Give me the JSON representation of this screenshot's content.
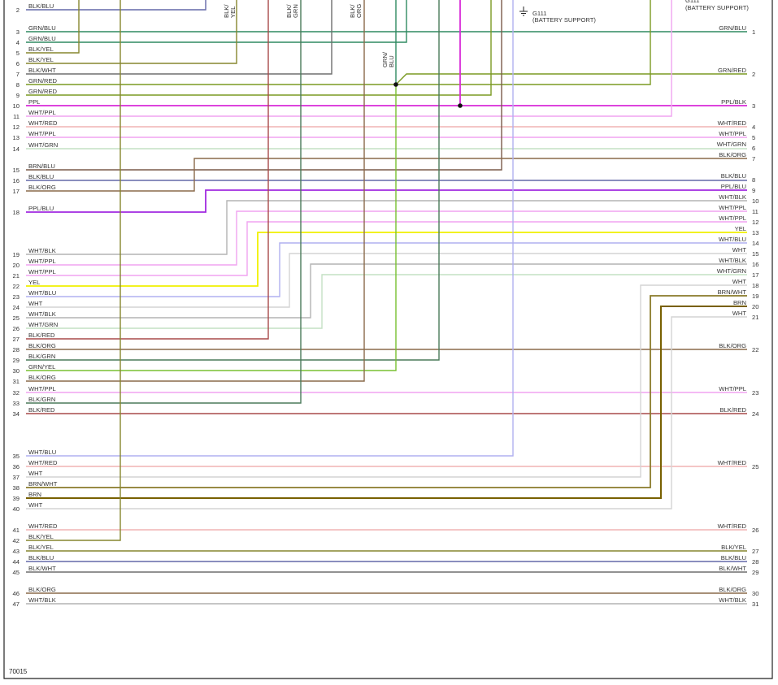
{
  "doc_id": "70015",
  "colors": {
    "BLK/BLU": "#6468a8",
    "GRN/BLU": "#2f8a60",
    "BLK/YEL": "#86862e",
    "BLK/WHT": "#6e6e6e",
    "GRN/RED": "#7a9a22",
    "PPL": "#d82ad8",
    "WHT/PPL": "#f0a4f0",
    "WHT/RED": "#f0b4b4",
    "WHT/GRN": "#c4e0c4",
    "BRN/BLU": "#7a5a4a",
    "BLK/ORG": "#8a6a4a",
    "PPL/BLU": "#a02ae0",
    "WHT/BLK": "#b4b4b4",
    "YEL": "#f0f000",
    "WHT/BLU": "#b0b0f0",
    "WHT": "#d4d4d4",
    "BLK/RED": "#a84a4a",
    "BLK/GRN": "#4a7a5a",
    "GRN/YEL": "#78c030",
    "BRN/WHT": "#8a7a2a",
    "BRN": "#786000",
    "PPL/BLK": "#d82ad8"
  },
  "ground_label": "G111",
  "ground_location": "(BATTERY SUPPORT)",
  "top_labels": [
    {
      "id": "blk-yel",
      "text": "BLK/\nYEL"
    },
    {
      "id": "blk-grn",
      "text": "BLK/\nGRN"
    },
    {
      "id": "blk-org",
      "text": "BLK/\nORG"
    },
    {
      "id": "grn-blu",
      "text": "GRN/\nBLU"
    }
  ],
  "left_pins": [
    {
      "pin": "2",
      "color": "BLK/BLU"
    },
    {
      "pin": "3",
      "color": "GRN/BLU"
    },
    {
      "pin": "4",
      "color": "GRN/BLU"
    },
    {
      "pin": "5",
      "color": "BLK/YEL"
    },
    {
      "pin": "6",
      "color": "BLK/YEL"
    },
    {
      "pin": "7",
      "color": "BLK/WHT"
    },
    {
      "pin": "8",
      "color": "GRN/RED"
    },
    {
      "pin": "9",
      "color": "GRN/RED"
    },
    {
      "pin": "10",
      "color": "PPL"
    },
    {
      "pin": "11",
      "color": "WHT/PPL"
    },
    {
      "pin": "12",
      "color": "WHT/RED"
    },
    {
      "pin": "13",
      "color": "WHT/PPL"
    },
    {
      "pin": "14",
      "color": "WHT/GRN"
    },
    {
      "pin": "15",
      "color": "BRN/BLU"
    },
    {
      "pin": "16",
      "color": "BLK/BLU"
    },
    {
      "pin": "17",
      "color": "BLK/ORG"
    },
    {
      "pin": "18",
      "color": "PPL/BLU"
    },
    {
      "pin": "19",
      "color": "WHT/BLK"
    },
    {
      "pin": "20",
      "color": "WHT/PPL"
    },
    {
      "pin": "21",
      "color": "WHT/PPL"
    },
    {
      "pin": "22",
      "color": "YEL"
    },
    {
      "pin": "23",
      "color": "WHT/BLU"
    },
    {
      "pin": "24",
      "color": "WHT"
    },
    {
      "pin": "25",
      "color": "WHT/BLK"
    },
    {
      "pin": "26",
      "color": "WHT/GRN"
    },
    {
      "pin": "27",
      "color": "BLK/RED"
    },
    {
      "pin": "28",
      "color": "BLK/ORG"
    },
    {
      "pin": "29",
      "color": "BLK/GRN"
    },
    {
      "pin": "30",
      "color": "GRN/YEL"
    },
    {
      "pin": "31",
      "color": "BLK/ORG"
    },
    {
      "pin": "32",
      "color": "WHT/PPL"
    },
    {
      "pin": "33",
      "color": "BLK/GRN"
    },
    {
      "pin": "34",
      "color": "BLK/RED"
    },
    {
      "pin": "35",
      "color": "WHT/BLU"
    },
    {
      "pin": "36",
      "color": "WHT/RED"
    },
    {
      "pin": "37",
      "color": "WHT"
    },
    {
      "pin": "38",
      "color": "BRN/WHT"
    },
    {
      "pin": "39",
      "color": "BRN"
    },
    {
      "pin": "40",
      "color": "WHT"
    },
    {
      "pin": "41",
      "color": "WHT/RED"
    },
    {
      "pin": "42",
      "color": "BLK/YEL"
    },
    {
      "pin": "43",
      "color": "BLK/YEL"
    },
    {
      "pin": "44",
      "color": "BLK/BLU"
    },
    {
      "pin": "45",
      "color": "BLK/WHT"
    },
    {
      "pin": "46",
      "color": "BLK/ORG"
    },
    {
      "pin": "47",
      "color": "WHT/BLK"
    }
  ],
  "right_pins": [
    {
      "pin": "1",
      "color": "GRN/BLU"
    },
    {
      "pin": "2",
      "color": "GRN/RED"
    },
    {
      "pin": "3",
      "color": "PPL/BLK"
    },
    {
      "pin": "4",
      "color": "WHT/RED"
    },
    {
      "pin": "5",
      "color": "WHT/PPL"
    },
    {
      "pin": "6",
      "color": "WHT/GRN"
    },
    {
      "pin": "7",
      "color": "BLK/ORG"
    },
    {
      "pin": "8",
      "color": "BLK/BLU"
    },
    {
      "pin": "9",
      "color": "PPL/BLU"
    },
    {
      "pin": "10",
      "color": "WHT/BLK"
    },
    {
      "pin": "11",
      "color": "WHT/PPL"
    },
    {
      "pin": "12",
      "color": "WHT/PPL"
    },
    {
      "pin": "13",
      "color": "YEL"
    },
    {
      "pin": "14",
      "color": "WHT/BLU"
    },
    {
      "pin": "15",
      "color": "WHT"
    },
    {
      "pin": "16",
      "color": "WHT/BLK"
    },
    {
      "pin": "17",
      "color": "WHT/GRN"
    },
    {
      "pin": "18",
      "color": "WHT"
    },
    {
      "pin": "19",
      "color": "BRN/WHT"
    },
    {
      "pin": "20",
      "color": "BRN"
    },
    {
      "pin": "21",
      "color": "WHT"
    },
    {
      "pin": "22",
      "color": "BLK/ORG"
    },
    {
      "pin": "23",
      "color": "WHT/PPL"
    },
    {
      "pin": "24",
      "color": "BLK/RED"
    },
    {
      "pin": "25",
      "color": "WHT/RED"
    },
    {
      "pin": "26",
      "color": "WHT/RED"
    },
    {
      "pin": "27",
      "color": "BLK/YEL"
    },
    {
      "pin": "28",
      "color": "BLK/BLU"
    },
    {
      "pin": "29",
      "color": "BLK/WHT"
    },
    {
      "pin": "30",
      "color": "BLK/ORG"
    },
    {
      "pin": "31",
      "color": "WHT/BLK"
    }
  ]
}
